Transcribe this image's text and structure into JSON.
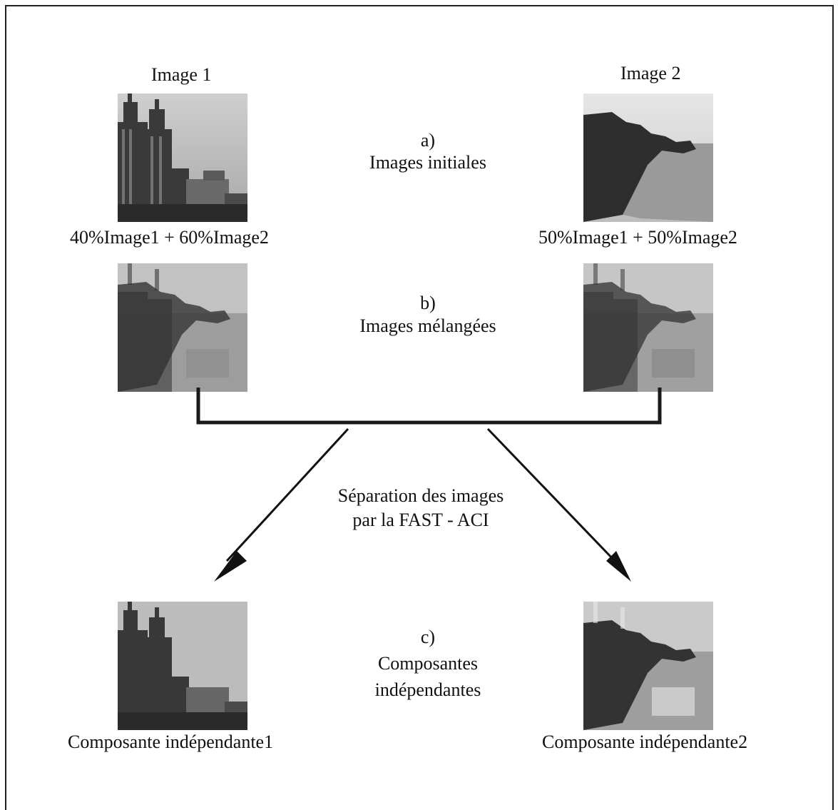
{
  "row_a": {
    "title_left": "Image 1",
    "title_right": "Image 2",
    "step": "a)",
    "step_caption": "Images initiales"
  },
  "row_b": {
    "mix_left": "40%Image1 + 60%Image2",
    "mix_right": "50%Image1 + 50%Image2",
    "step": "b)",
    "step_caption": "Images mélangées"
  },
  "separation": {
    "line1": "Séparation des images",
    "line2": "par la FAST - ACI"
  },
  "row_c": {
    "step": "c)",
    "step_caption_line1": "Composantes",
    "step_caption_line2": "indépendantes",
    "component_left": "Composante indépendante1",
    "component_right": "Composante indépendante2"
  }
}
